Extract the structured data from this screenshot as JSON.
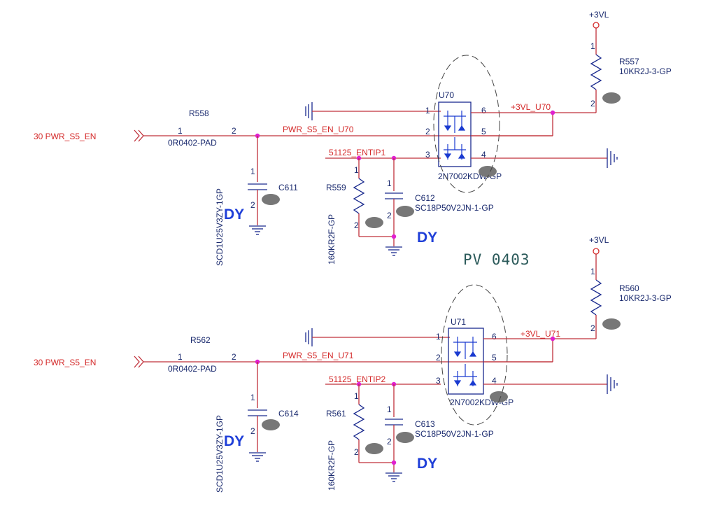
{
  "schematic": {
    "upper": {
      "net_in": "30  PWR_S5_EN",
      "r_in_ref": "R558",
      "r_in_pin1": "1",
      "r_in_pin2": "2",
      "r_in_val": "0R0402-PAD",
      "net_en": "PWR_S5_EN_U70",
      "cap_ref": "C611",
      "cap_pin1": "1",
      "cap_pin2": "2",
      "cap_val": "SCD1U25V3ZY-1GP",
      "dy1": "DY",
      "net_entip": "51125_ENTIP1",
      "r_pd_ref": "R559",
      "r_pd_pin1": "1",
      "r_pd_pin2": "2",
      "r_pd_val": "160KR2F-GP",
      "cap2_ref": "C612",
      "cap2_pin1": "1",
      "cap2_pin2": "2",
      "cap2_val": "SC18P50V2JN-1-GP",
      "dy2": "DY",
      "ic_ref": "U70",
      "ic_val": "2N7002KDW-GP",
      "p1": "1",
      "p2": "2",
      "p3": "3",
      "p4": "4",
      "p5": "5",
      "p6": "6",
      "net_out": "+3VL_U70",
      "pwr": "+3VL",
      "r_pu_ref": "R557",
      "r_pu_pin1": "1",
      "r_pu_pin2": "2",
      "r_pu_val": "10KR2J-3-GP"
    },
    "stamp": "PV  0403",
    "lower": {
      "net_in": "30  PWR_S5_EN",
      "r_in_ref": "R562",
      "r_in_pin1": "1",
      "r_in_pin2": "2",
      "r_in_val": "0R0402-PAD",
      "net_en": "PWR_S5_EN_U71",
      "cap_ref": "C614",
      "cap_pin1": "1",
      "cap_pin2": "2",
      "cap_val": "SCD1U25V3ZY-1GP",
      "dy1": "DY",
      "net_entip": "51125_ENTIP2",
      "r_pd_ref": "R561",
      "r_pd_pin1": "1",
      "r_pd_pin2": "2",
      "r_pd_val": "160KR2F-GP",
      "cap2_ref": "C613",
      "cap2_pin1": "1",
      "cap2_pin2": "2",
      "cap2_val": "SC18P50V2JN-1-GP",
      "dy2": "DY",
      "ic_ref": "U71",
      "ic_val": "2N7002KDW-GP",
      "p1": "1",
      "p2": "2",
      "p3": "3",
      "p4": "4",
      "p5": "5",
      "p6": "6",
      "net_out": "+3VL_U71",
      "pwr": "+3VL",
      "r_pu_ref": "R560",
      "r_pu_pin1": "1",
      "r_pu_pin2": "2",
      "r_pu_val": "10KR2J-3-GP"
    }
  }
}
